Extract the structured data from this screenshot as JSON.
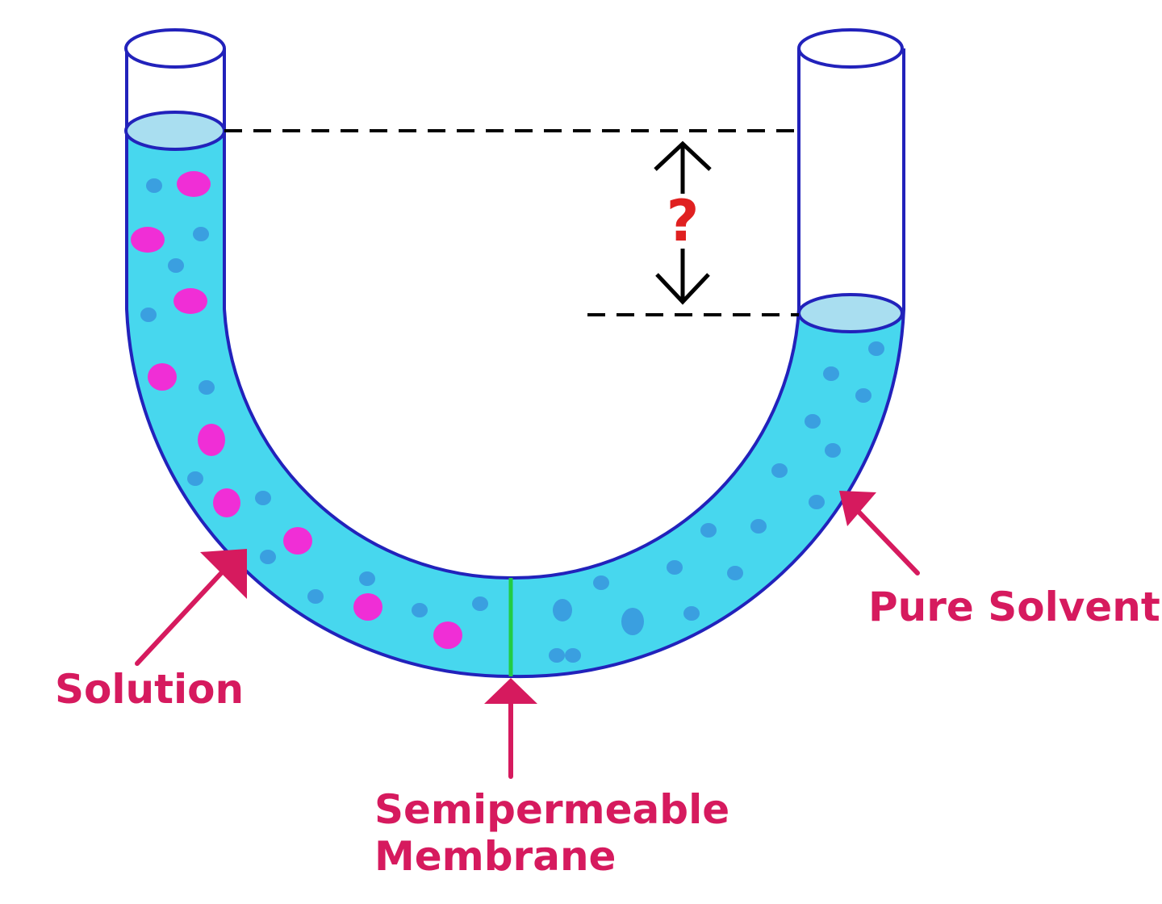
{
  "labels": {
    "solution": "Solution",
    "pure_solvent": "Pure Solvent",
    "membrane_line1": "Semipermeable",
    "membrane_line2": "Membrane",
    "height_difference": "?"
  },
  "colors": {
    "tube_outline": "#2222bb",
    "liquid": "#47d7ee",
    "surface": "#a9def0",
    "solute_particle": "#f02ed6",
    "solvent_particle": "#3a9fe0",
    "membrane": "#22cc44",
    "label_text": "#d61a5e",
    "question_mark": "#e02020",
    "guide_lines": "#000000"
  },
  "legend": {
    "solute_particle_icon": "magenta-oval",
    "solvent_particle_icon": "blue-dot"
  }
}
